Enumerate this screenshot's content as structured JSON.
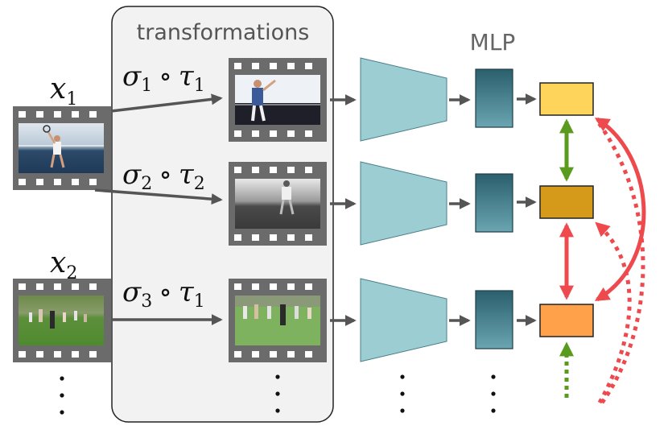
{
  "transform_box": {
    "label": "transformations"
  },
  "mlp_label": "MLP",
  "inputs": [
    {
      "symbol": "x",
      "subscript": "1"
    },
    {
      "symbol": "x",
      "subscript": "2"
    }
  ],
  "transforms": [
    {
      "sigma": "σ",
      "sigma_sub": "1",
      "op": "∘",
      "tau": "τ",
      "tau_sub": "1"
    },
    {
      "sigma": "σ",
      "sigma_sub": "2",
      "op": "∘",
      "tau": "τ",
      "tau_sub": "2"
    },
    {
      "sigma": "σ",
      "sigma_sub": "3",
      "op": "∘",
      "tau": "τ",
      "tau_sub": "1"
    }
  ],
  "colors": {
    "box_fill": "#f2f2f2",
    "film": "#6b6b6b",
    "encoder": "#9ccdd3",
    "mlp_top": "#2b5f6e",
    "mlp_bottom": "#6aa5b1",
    "emb_1": "#ffd45a",
    "emb_2": "#d69a1a",
    "emb_3": "#ffa04a",
    "positive": "#5a9a1e",
    "negative": "#ee4a4e",
    "arrow": "#555555"
  }
}
